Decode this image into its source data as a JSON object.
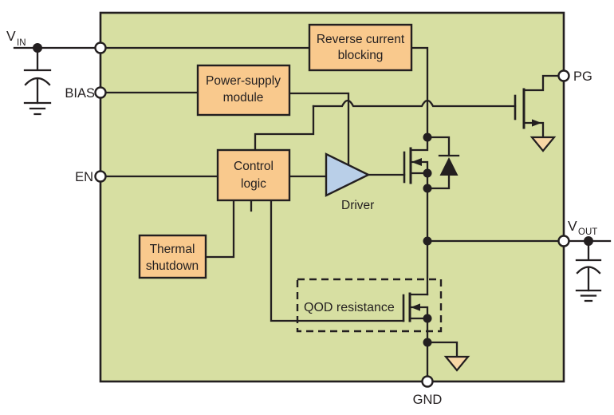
{
  "colors": {
    "chip_fill": "#d7dfa2",
    "block_fill": "#f9c98d",
    "driver_fill": "#b9cfe8",
    "ground_fill": "#f8d7a5",
    "line": "#231f20",
    "text": "#231f20"
  },
  "pins": {
    "vin": {
      "label": "V",
      "sub": "IN"
    },
    "bias": {
      "label": "BIAS"
    },
    "en": {
      "label": "EN"
    },
    "pg": {
      "label": "PG"
    },
    "vout": {
      "label": "V",
      "sub": "OUT"
    },
    "gnd": {
      "label": "GND"
    }
  },
  "blocks": {
    "reverse_current": {
      "line1": "Reverse current",
      "line2": "blocking"
    },
    "power_supply": {
      "line1": "Power-supply",
      "line2": "module"
    },
    "control_logic": {
      "line1": "Control",
      "line2": "logic"
    },
    "thermal_shutdown": {
      "line1": "Thermal",
      "line2": "shutdown"
    },
    "driver": {
      "label": "Driver"
    },
    "qod": {
      "label": "QOD resistance"
    }
  }
}
